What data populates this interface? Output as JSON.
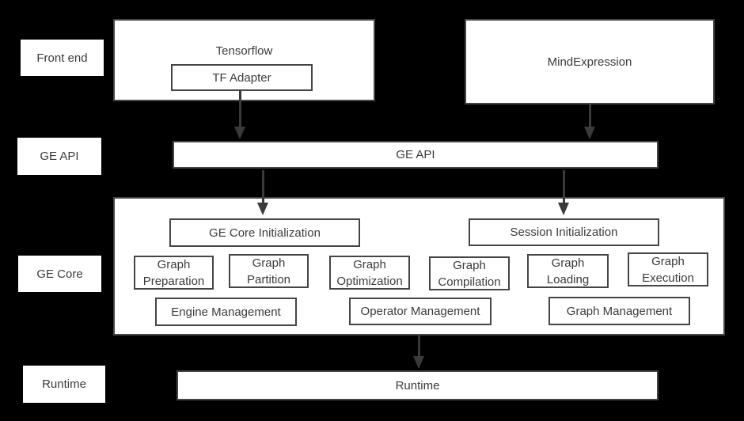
{
  "colors": {
    "background": "#000000",
    "box_fill": "#ffffff",
    "box_border": "#454545",
    "text": "#3b3b3b",
    "arrow": "#3a3a3a"
  },
  "layers": [
    {
      "label": "Front end"
    },
    {
      "label": "GE API"
    },
    {
      "label": "GE Core"
    },
    {
      "label": "Runtime"
    }
  ],
  "front_end": {
    "tensorflow": "Tensorflow",
    "tf_adapter": "TF Adapter",
    "mind_expression": "MindExpression"
  },
  "ge_api": {
    "label": "GE API"
  },
  "ge_core": {
    "initialization": [
      {
        "label": "GE Core Initialization"
      },
      {
        "label": "Session Initialization"
      }
    ],
    "stages": [
      {
        "label": "Graph Preparation"
      },
      {
        "label": "Graph Partition"
      },
      {
        "label": "Graph Optimization"
      },
      {
        "label": "Graph Compilation"
      },
      {
        "label": "Graph Loading"
      },
      {
        "label": "Graph Execution"
      }
    ],
    "management": [
      {
        "label": "Engine Management"
      },
      {
        "label": "Operator Management"
      },
      {
        "label": "Graph Management"
      }
    ]
  },
  "runtime": {
    "label": "Runtime"
  }
}
